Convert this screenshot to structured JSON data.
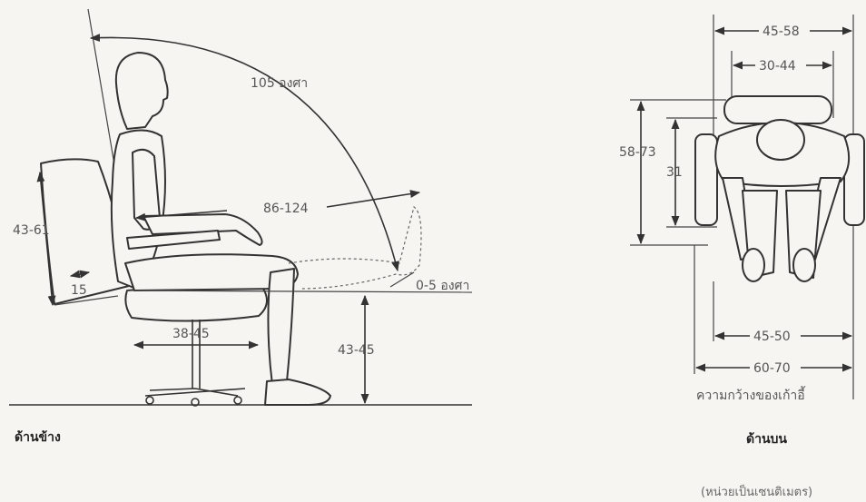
{
  "side_view": {
    "angle_backrest": "105 องศา",
    "reach": "86-124",
    "seat_tilt": "0-5 องศา",
    "backrest_height": "43-61",
    "lumbar": "15",
    "seat_depth": "38-45",
    "seat_height": "43-45",
    "caption": "ด้านข้าง"
  },
  "top_view": {
    "overall_top": "45-58",
    "inner_top": "30-44",
    "depth_outer": "58-73",
    "depth_inner": "31",
    "seat_width": "45-50",
    "chair_width": "60-70",
    "chair_width_label": "ความกว้างของเก้าอี้",
    "caption": "ด้านบน"
  },
  "unit_note": "(หน่วยเป็นเซนติเมตร)"
}
